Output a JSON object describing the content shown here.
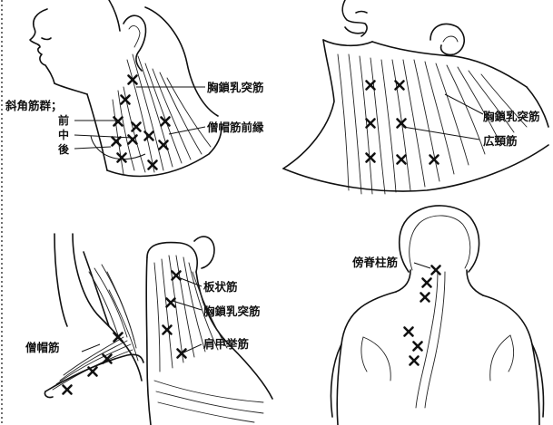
{
  "labels": {
    "scalene_group": "斜角筋群；",
    "scalene_anterior": "前",
    "scalene_middle": "中",
    "scalene_posterior": "後",
    "scm_top_left": "胸鎖乳突筋",
    "trapezius_anterior_border": "僧帽筋前縁",
    "scm_top_right": "胸鎖乳突筋",
    "platysma": "広頸筋",
    "splenius": "板状筋",
    "scm_bottom": "胸鎖乳突筋",
    "levator_scapulae": "肩甲挙筋",
    "trapezius": "僧帽筋",
    "paraspinal": "傍脊柱筋"
  }
}
